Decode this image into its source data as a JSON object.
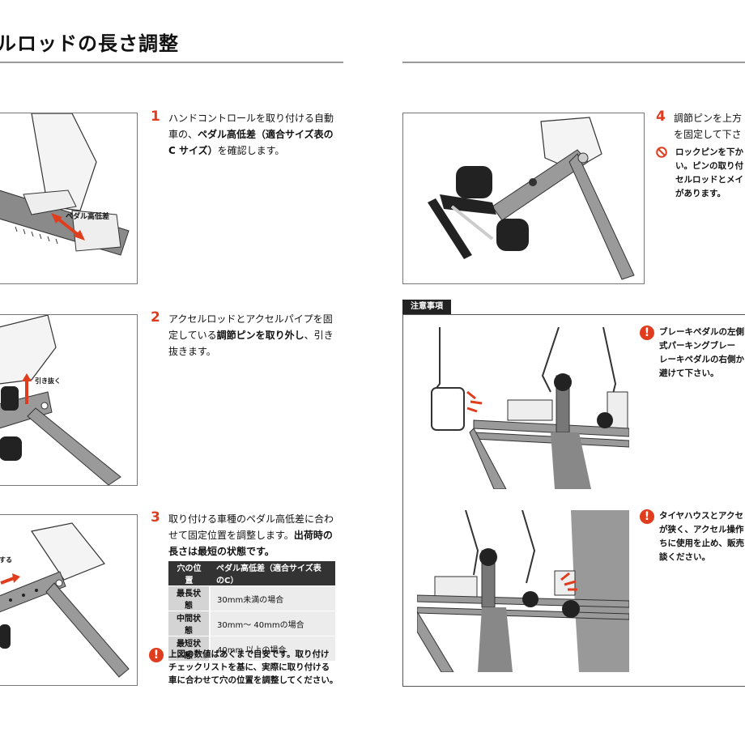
{
  "header": {
    "title": "ルロッドの長さ調整"
  },
  "steps": [
    {
      "num": "1",
      "lines": [
        "ハンドコントロールを取り付ける自動",
        "車の、",
        "ペダル高低差（適合サイズ表の",
        "C サイズ）",
        "を確認します。"
      ]
    },
    {
      "num": "2",
      "lines": [
        "アクセルロッドとアクセルパイプを固",
        "定している",
        "調節ピンを取り外し",
        "、引き",
        "抜きます。"
      ]
    },
    {
      "num": "3",
      "lines": [
        "取り付ける車種のペダル高低差に合わ",
        "せて固定位置を調整します。",
        "出荷時の",
        "長さは最短の状態です。"
      ]
    },
    {
      "num": "4",
      "lines": [
        "調節ピンを上方",
        "を固定して下さ"
      ]
    }
  ],
  "image_labels": {
    "pedal_height": "ペダル高低差",
    "pull_out": "引き抜く",
    "suru": "する"
  },
  "size_table": {
    "headers": [
      "穴の位置",
      "ペダル高低差（適合サイズ表のC）"
    ],
    "rows": [
      [
        "最長状態",
        "30mm未満の場合"
      ],
      [
        "中間状態",
        "30mm～ 40mmの場合"
      ],
      [
        "最短状態",
        "40mm 以上の場合"
      ]
    ]
  },
  "warning3": {
    "lines": [
      "上図の数値はあくまで目安です。取り付け",
      "チェックリストを基に、実際に取り付ける",
      "車に合わせて穴の位置を調整してください。"
    ]
  },
  "prohibition4": {
    "lines": [
      "ロックピンを下か",
      "い。ピンの取り付",
      "セルロッドとメイ",
      "があります。"
    ]
  },
  "notes": {
    "header": "注意事項",
    "items": [
      {
        "lines": [
          "ブレーキペダルの左側",
          "式パーキングブレー",
          "レーキペダルの右側か",
          "避けて下さい。"
        ]
      },
      {
        "lines": [
          "タイヤハウスとアクセ",
          "が狭く、アクセル操作",
          "ちに使用を止め、販売",
          "談ください。"
        ]
      }
    ]
  },
  "colors": {
    "accent": "#e03c1e",
    "rule": "#999999",
    "table_header": "#333333"
  }
}
